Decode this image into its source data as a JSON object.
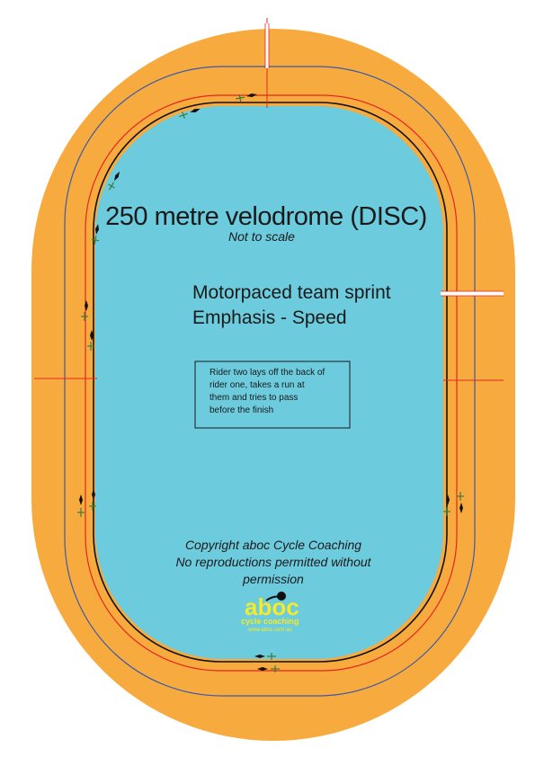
{
  "diagram": {
    "title": "250 metre velodrome (DISC)",
    "subtitle": "Not to scale",
    "heading_line1": "Motorpaced team sprint",
    "heading_line2": "Emphasis - Speed",
    "note_lines": [
      "Rider two lays off the back of",
      "rider one, takes a run at",
      "them and tries to pass",
      "before the finish"
    ],
    "copyright_lines": [
      "Copyright aboc Cycle Coaching",
      "No reproductions permitted without",
      "permission"
    ]
  },
  "logo": {
    "name": "aboc",
    "tagline": "cycle coaching",
    "url": "www.aboc.com.au"
  },
  "colors": {
    "track": "#f7ab3f",
    "infield": "#6ccbdd",
    "blue_line": "#3b5aa8",
    "red_line": "#e52421",
    "black_line": "#111111",
    "rider": "#111111",
    "rider_outline": "#3d7a3a",
    "logo": "#f2ea2a"
  }
}
